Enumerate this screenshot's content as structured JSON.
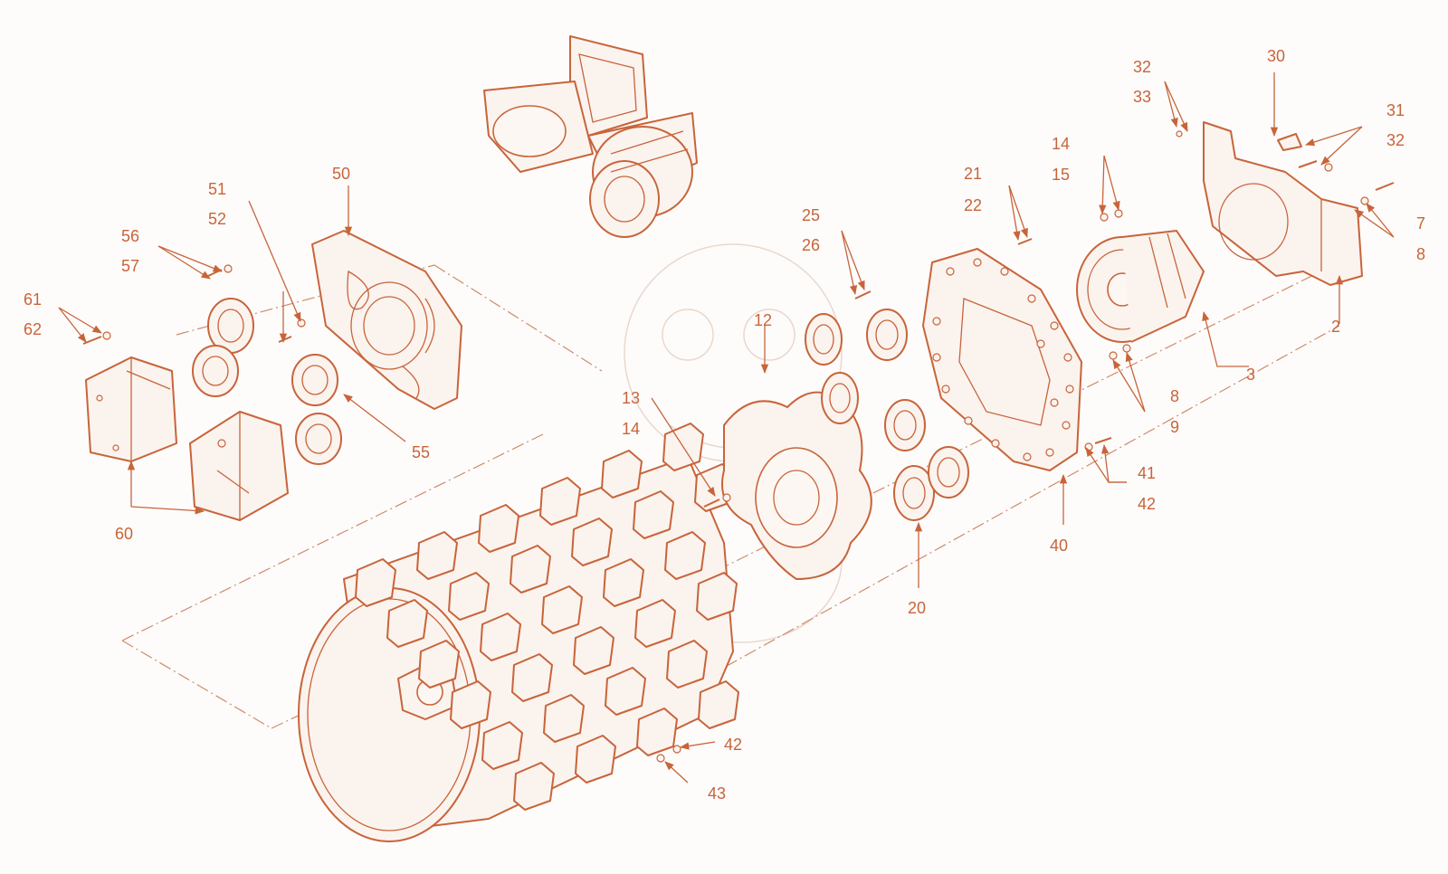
{
  "colors": {
    "line": "#c8643a",
    "fill": "#fbf3ee",
    "background": "#fdfcfb"
  },
  "callouts": [
    {
      "id": "c-30",
      "text": "30"
    },
    {
      "id": "c-32a",
      "text": "32"
    },
    {
      "id": "c-33",
      "text": "33"
    },
    {
      "id": "c-31",
      "text": "31"
    },
    {
      "id": "c-32b",
      "text": "32"
    },
    {
      "id": "c-14a",
      "text": "14"
    },
    {
      "id": "c-15",
      "text": "15"
    },
    {
      "id": "c-21",
      "text": "21"
    },
    {
      "id": "c-22",
      "text": "22"
    },
    {
      "id": "c-7",
      "text": "7"
    },
    {
      "id": "c-8a",
      "text": "8"
    },
    {
      "id": "c-50",
      "text": "50"
    },
    {
      "id": "c-51",
      "text": "51"
    },
    {
      "id": "c-52",
      "text": "52"
    },
    {
      "id": "c-25",
      "text": "25"
    },
    {
      "id": "c-26",
      "text": "26"
    },
    {
      "id": "c-56",
      "text": "56"
    },
    {
      "id": "c-57",
      "text": "57"
    },
    {
      "id": "c-61",
      "text": "61"
    },
    {
      "id": "c-62",
      "text": "62"
    },
    {
      "id": "c-12",
      "text": "12"
    },
    {
      "id": "c-2",
      "text": "2"
    },
    {
      "id": "c-3",
      "text": "3"
    },
    {
      "id": "c-13",
      "text": "13"
    },
    {
      "id": "c-14b",
      "text": "14"
    },
    {
      "id": "c-8b",
      "text": "8"
    },
    {
      "id": "c-9",
      "text": "9"
    },
    {
      "id": "c-55",
      "text": "55"
    },
    {
      "id": "c-41",
      "text": "41"
    },
    {
      "id": "c-42a",
      "text": "42"
    },
    {
      "id": "c-60",
      "text": "60"
    },
    {
      "id": "c-40",
      "text": "40"
    },
    {
      "id": "c-20",
      "text": "20"
    },
    {
      "id": "c-42b",
      "text": "42"
    },
    {
      "id": "c-43",
      "text": "43"
    }
  ]
}
